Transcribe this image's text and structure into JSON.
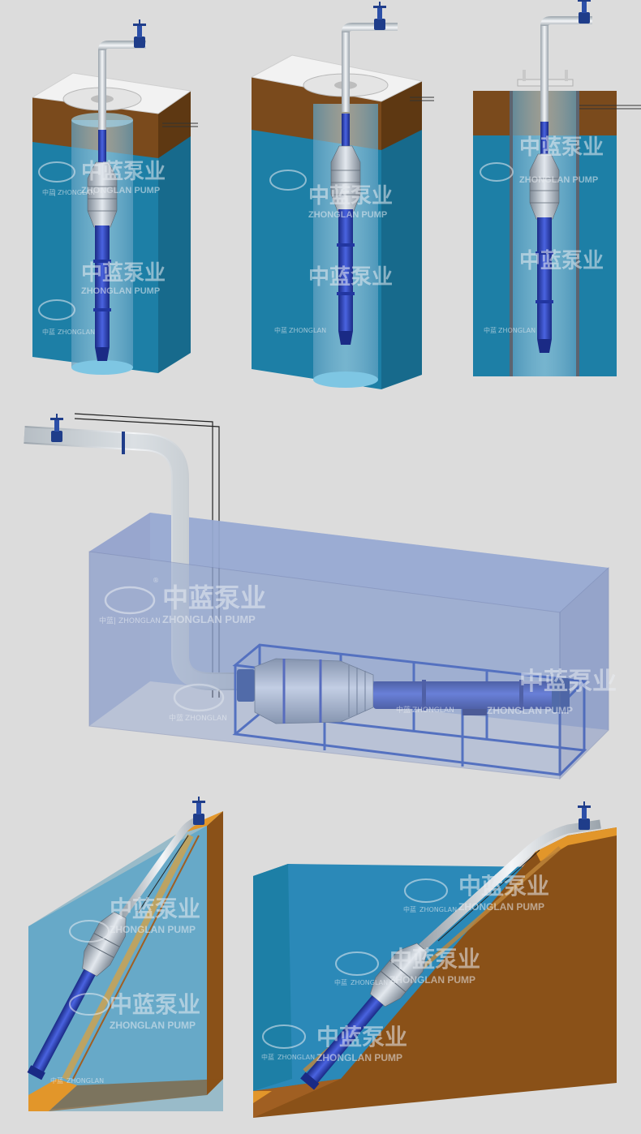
{
  "watermark": {
    "cn_brand": "中蓝泵业",
    "en_brand": "ZHONGLAN PUMP",
    "cn_short": "中蓝",
    "en_short": "ZHONGLAN",
    "separator": "|",
    "registered_mark": "®"
  },
  "colors": {
    "background": "#dcdcdc",
    "well_water": "#1d7fa6",
    "well_water_dark": "#176a8c",
    "soil": "#7a4a1c",
    "soil_side": "#a05f22",
    "concrete_top": "#f2f2f2",
    "pipe": "#d4d8dc",
    "pump_blue": "#2a3fb0",
    "pump_gray": "#aab4c0",
    "tank_glass": "#8fa3cf",
    "valve": "#1f3d8a",
    "slope_soil": "#8a5118",
    "slope_orange": "#e2962a"
  }
}
